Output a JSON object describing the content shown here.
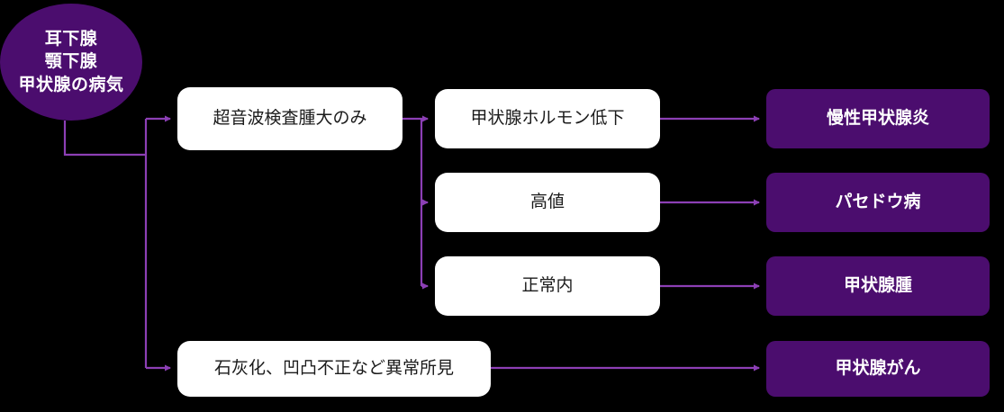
{
  "diagram": {
    "title_node": {
      "lines": [
        "耳下腺",
        "顎下腺",
        "甲状腺の病気"
      ],
      "color": "#4b0d6e",
      "text_color": "#ffffff"
    },
    "stage1": [
      {
        "id": "ultrasound",
        "label": "超音波検査腫大のみ"
      },
      {
        "id": "abnormal",
        "label": "石灰化、凹凸不正など異常所見"
      }
    ],
    "stage2": [
      {
        "id": "hormone-low",
        "label": "甲状腺ホルモン低下"
      },
      {
        "id": "hormone-high",
        "label": "高値"
      },
      {
        "id": "hormone-normal",
        "label": "正常内"
      }
    ],
    "stage3": [
      {
        "id": "chronic-thyroiditis",
        "label": "慢性甲状腺炎"
      },
      {
        "id": "basedow",
        "label": "パセドウ病"
      },
      {
        "id": "goiter",
        "label": "甲状腺腫"
      },
      {
        "id": "thyroid-cancer",
        "label": "甲状腺がん"
      }
    ],
    "colors": {
      "background": "#000000",
      "accent": "#4b0d6e",
      "connector": "#8c3fb5",
      "box_fill": "#ffffff",
      "box_text": "#1b1b1b"
    }
  }
}
